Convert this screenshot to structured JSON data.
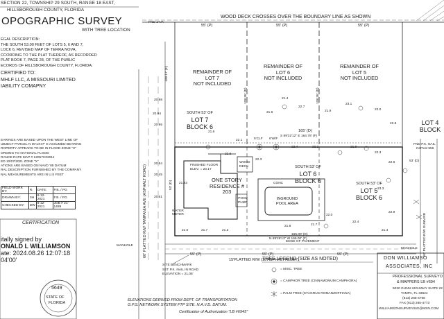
{
  "header": {
    "location": "SECTION 22, TOWNSHIP 29 SOUTH, RANGE 18 EAST,",
    "county": "HILLSBOROUGH COUNTY, FLORIDA",
    "title": "OPOGRAPHIC SURVEY",
    "subtitle": "WITH TREE LOCATION"
  },
  "legal_description": [
    "EGAL DESCRIPTION:",
    "THE SOUTH 53.00 FEET OF LOTS 5, 6 AND 7,",
    "LOCK 6, REVISED MAP OF TERRA NOVA,",
    "CCORDING TO THE PLAT THEREOF, AS RECORDED",
    "PLAT BOOK 7, PAGE 28, OF THE PUBLIC",
    "ECORDS OF HILLSBOROUGH COUNTY, FLORIDA."
  ],
  "certified_to": [
    "CERTIFIED TO:",
    "MHLF LLC, A MISSOURI LIMITED",
    "IABILITY COMAPNY"
  ],
  "certification": {
    "heading": "CERTIFICATION",
    "signed_by": "itally signed by",
    "name": "ONALD L WILLIAMSON",
    "date": "ate: 2024.08.26 12:07:18",
    "tz": "04'00'",
    "seal_number": "5649",
    "seal_state": "STATE OF",
    "seal_fl": "FLORIDA"
  },
  "top_note": "WOOD DECK CROSSES OVER THE BOUNDARY LINE AS SHOWN",
  "dims": {
    "top_55_a": "55' (P)",
    "top_55_b": "55' (P)",
    "top_55_c": "55' (P)",
    "bottom_55_a": "55' (P)",
    "bottom_55_b": "55' (P)",
    "bottom_55_c": "55' (P)",
    "north_line": "165' (D)",
    "bearing_n": "S 89'32'12\" E 164.78' (F)",
    "bearing_s": "N 89'26'13\" W 165.00' (F)",
    "south_line": "165.00' (D)",
    "left_dim": "53' (D)",
    "right_dim": "53' (D)",
    "side_a": "108.36' (D)",
    "side_b": "108.36' (D)",
    "side_c": "108.17' (F)"
  },
  "lots": {
    "lot7_rem": [
      "REMAINDER OF",
      "LOT 7",
      "NOT INCLUDED"
    ],
    "lot6_rem": [
      "REMAINDER OF",
      "LOT 6",
      "NOT INCLUDED"
    ],
    "lot5_rem": [
      "REMAINDER OF",
      "LOT 5",
      "NOT INCLUDED"
    ],
    "lot7": [
      "SOUTH 53' OF",
      "LOT 7",
      "BLOCK 6"
    ],
    "lot6": [
      "SOUTH 53' OF",
      "LOT 6",
      "BLOCK 6"
    ],
    "lot5": [
      "SOUTH 53' OF",
      "LOT 5",
      "BLOCK 6"
    ],
    "lot4": [
      "LOT 4",
      "BLOCK"
    ]
  },
  "features": {
    "residence": [
      "ONE STORY",
      "RESIDENCE #",
      "203"
    ],
    "finished_floor": [
      "FINISHED FLOOR",
      "ELEV. = 23.17"
    ],
    "pool": [
      "INGROUND",
      "POOL AREA"
    ],
    "conc": "CONC",
    "pool_pump": [
      "POOL",
      "PUMP"
    ],
    "wood_deck": [
      "WOOD",
      "DECK"
    ],
    "road": "60' PLATTED R/W  TAMPANIA AVE  (ASPHALT ROAD)",
    "road_right": "60' PLATTED R/W  GUNN RD",
    "alley": "15'PLATTED R/W     (10'ASPHALT ALLEY)",
    "edge_pavement": "EDGE OF PAVEMENT",
    "benchmark": [
      "SITE BENCHMARK",
      "SET P.K. NAIL IN ROAD",
      "ELEVATION = 21.06'"
    ],
    "fnd_ipc": "FND 1\"I.P.",
    "fnd_pk": "FND P.K. NAIL",
    "in_plm": "IN PLM 556",
    "manhole": "MANHOLE",
    "manhole_b": "MANHOLE",
    "wall": "5'CLF",
    "fence": "6'W/F",
    "watermeter": "WATER METER"
  },
  "tree_legend": {
    "title": "TREE LEGEND (SIZE AS NOTED)",
    "items": [
      "= MISC. TREE",
      "= CAMPHOR TREE (CINNAMOMUM CAMPHORA)",
      "= PALM TREE (SYAGRUS ROMANZOFFIANA)"
    ]
  },
  "elevation_note": [
    "ELEVATIONS DERIVED FROM DEPT. OF TRANSPORTATION",
    "G.P.S. NETWORK SYSTEM FTP SITE. N.A.V.D. DATUM."
  ],
  "auth": "Certification of Authorization \"LB #6945\"",
  "firm": {
    "name1": "DON WILLIAMSO",
    "name2": "ASSOCIATES, INC",
    "line3": "PROFESSIONAL SURVEYO",
    "line4": "& MAPPERS  LB #694",
    "addr1": "5020 GUNN HIGHWAY SUITE 22",
    "addr2": "TAMPA, FL 33624",
    "addr3": "(813) 265-4766",
    "addr4": "FAX (813) 265-4773",
    "email": "WILLIAMSONSURVEYING@MSN.COM"
  },
  "notes_block": [
    "EARINGS ARE BASED UPON THE WEST LINE OF",
    "UBJECT PARCEL N 00'14'47\" E ASSUMED BEARING",
    "ROPERTY APPEARS TO BE IN FLOOD ZONE \"X\"",
    "ORDING TO NATIONAL FLOOD",
    "RANCE RATE MAP # 12057C0201J",
    "ED 10/07/2021 ZONE \"X\"",
    "ATIONS ARE BASED ON NAVD '88 DATUM",
    "RAL DESCRIPTION FURNISHED BY THE COMPANY",
    "NAL MEASUREMENTS ARE IN U.S FEET"
  ],
  "survey_table": {
    "rows": [
      [
        "FIELD WORK BY:",
        "R.",
        "DATE:",
        "P.B. / PG"
      ],
      [
        "DRAWN BY:",
        "SH",
        "8-12-2021",
        "F.B. / PG"
      ],
      [
        "CHECKED BY:",
        "DW",
        "8-12-2021",
        "JOB # 21-1489"
      ]
    ]
  },
  "elevations": [
    "21.93",
    "22.4",
    "22.2",
    "21.9",
    "22.3",
    "22.6",
    "21.6",
    "22.7",
    "21.4",
    "23.1",
    "22.0",
    "22.8",
    "21.9",
    "23.3",
    "22.4",
    "22.0",
    "21.7",
    "21.8",
    "22.9",
    "21.7",
    "21.3",
    "21.0",
    "21.6",
    "22.1",
    "22.6",
    "21.4",
    "22.3",
    "20.98",
    "20.95",
    "20.94",
    "20.84",
    "20.45",
    "20.61"
  ],
  "colors": {
    "ink": "#1a1a1a",
    "paper": "#ffffff",
    "road_hatch": "#555555"
  }
}
